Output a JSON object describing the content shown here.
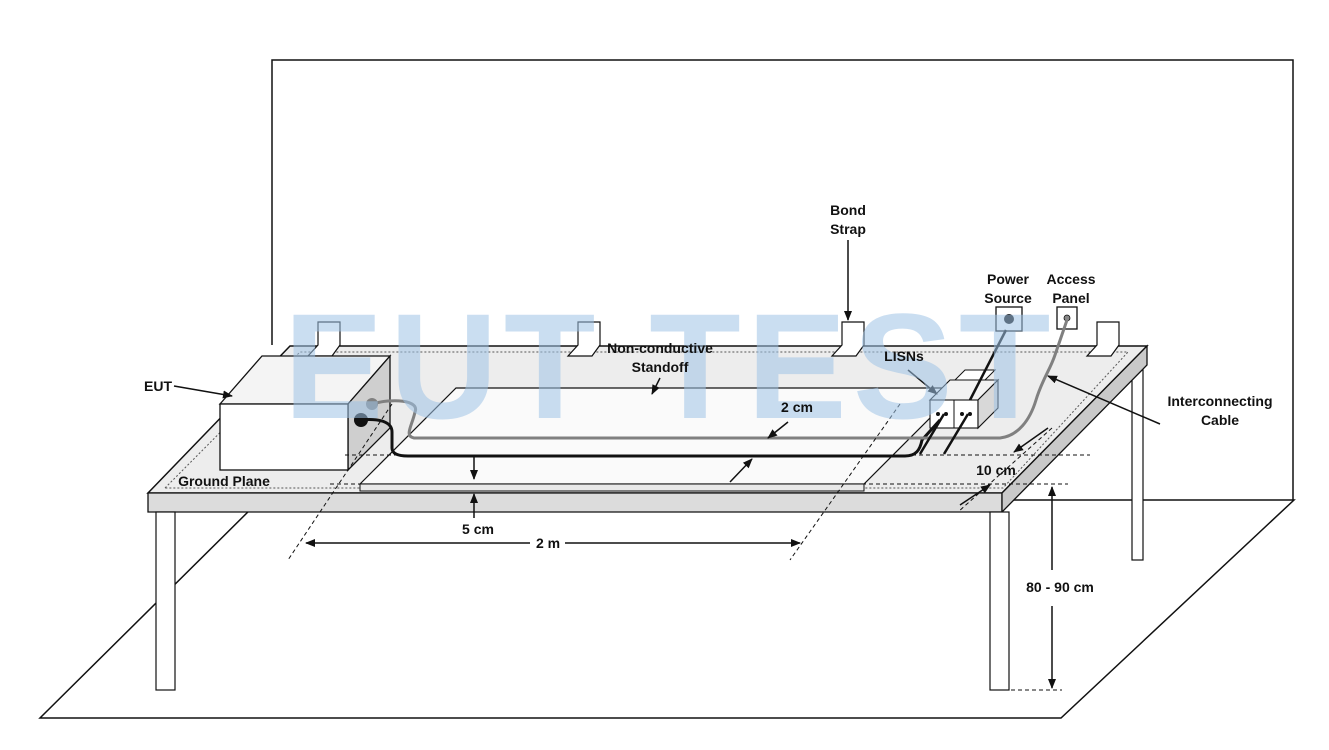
{
  "labels": {
    "bond_strap_1": "Bond",
    "bond_strap_2": "Strap",
    "power_source_1": "Power",
    "power_source_2": "Source",
    "access_panel_1": "Access",
    "access_panel_2": "Panel",
    "standoff_1": "Non-conductive",
    "standoff_2": "Standoff",
    "lisns": "LISNs",
    "eut": "EUT",
    "interconnecting_1": "Interconnecting",
    "interconnecting_2": "Cable",
    "ground_plane": "Ground Plane",
    "dim_2cm": "2 cm",
    "dim_10cm": "10 cm",
    "dim_5cm": "5 cm",
    "dim_2m": "2 m",
    "dim_height": "80 - 90 cm"
  },
  "watermark": "EUT TEST",
  "colors": {
    "line": "#111111",
    "cable_gray": "#808080",
    "table_top": "#ededed",
    "table_edge": "#d4d4d4",
    "watermark": "#9ec3e6"
  }
}
